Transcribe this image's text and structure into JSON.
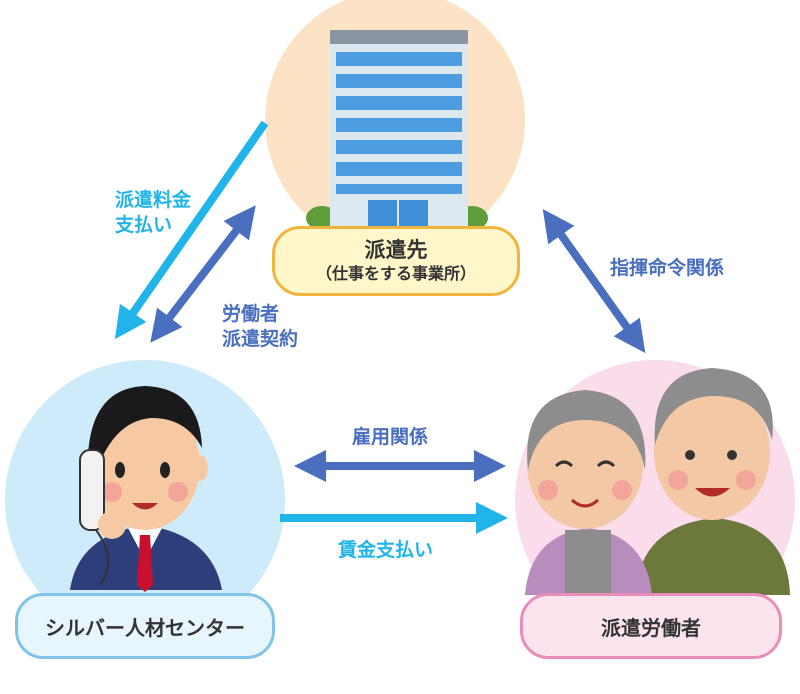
{
  "nodes": {
    "client": {
      "title": "派遣先",
      "subtitle": "（仕事をする事業所）"
    },
    "center": {
      "title": "シルバー人材センター"
    },
    "worker": {
      "title": "派遣労働者"
    }
  },
  "edges": {
    "fee_payment": [
      "派遣料金",
      "支払い"
    ],
    "dispatch_contract": [
      "労働者",
      "派遣契約"
    ],
    "command": "指揮命令関係",
    "employment": "雇用関係",
    "wage_payment": "賃金支払い"
  },
  "colors": {
    "cyan_arrow": "#20B4EA",
    "blue_arrow": "#4A6FBE",
    "peach_circle": "#FCE3C6",
    "lightblue_circle": "#CDEBFA",
    "pink_circle": "#FADCEB",
    "yellow_box": "#FFF6C9",
    "yellow_border": "#F2B43C",
    "blue_box": "#E7F6FD",
    "blue_border": "#7FC4E8",
    "pink_box": "#FCE4EF",
    "pink_border": "#E88DB8"
  }
}
